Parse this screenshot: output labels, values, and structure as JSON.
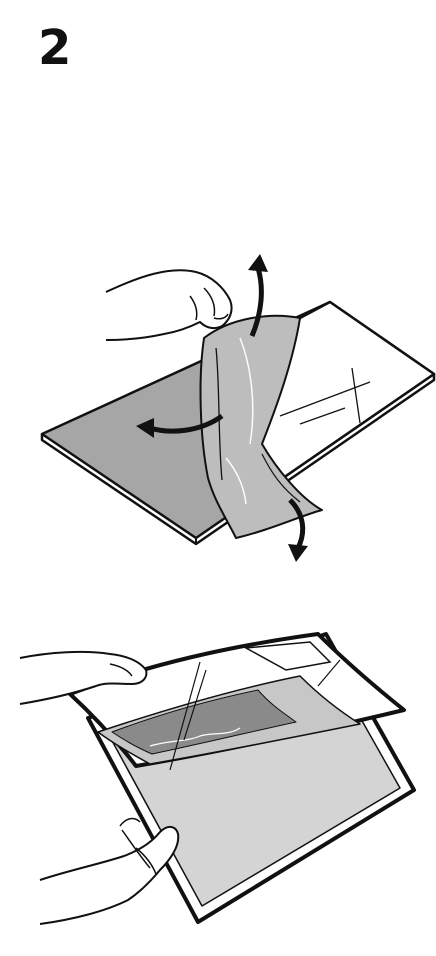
{
  "step": {
    "number": "2"
  },
  "illustrations": [
    {
      "id": "peel-protective-film",
      "icon": "hand-peeling-film-icon"
    },
    {
      "id": "insert-picture-into-frame",
      "icon": "hands-inserting-picture-icon"
    }
  ],
  "colors": {
    "ink": "#111111",
    "board_gray": "#a6a6a6",
    "film_gray": "#b8b8b8",
    "picture_dark": "#8a8a8a",
    "picture_light": "#c7c7c7",
    "background": "#ffffff"
  }
}
